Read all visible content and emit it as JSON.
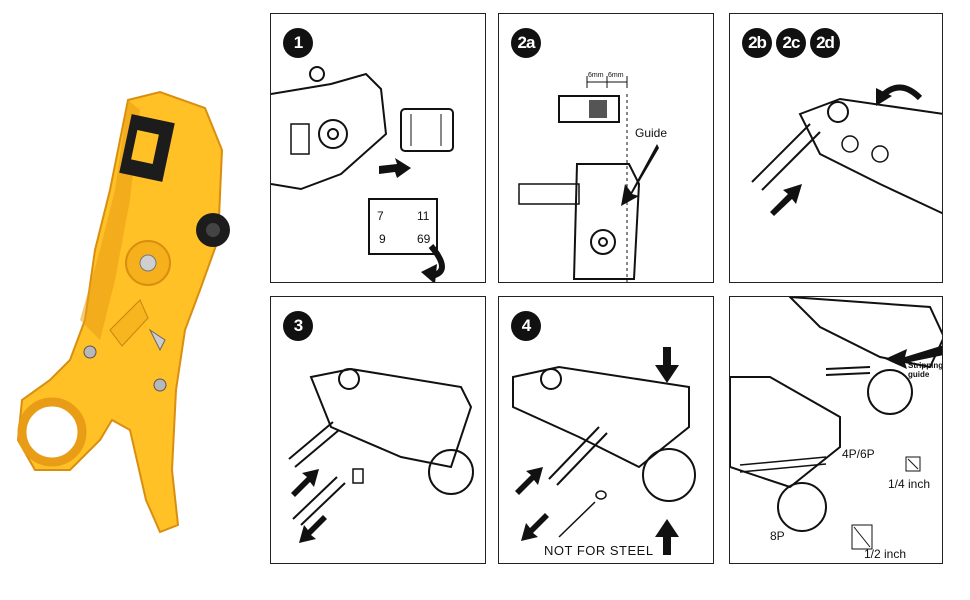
{
  "colors": {
    "tool_body": "#ffc125",
    "tool_shadow": "#e99c16",
    "ink": "#111111"
  },
  "panels": [
    {
      "step": [
        "1"
      ],
      "labels": {
        "num_7": "7",
        "num_11": "11",
        "num_9": "9",
        "num_69": "69"
      }
    },
    {
      "step": [
        "2a"
      ],
      "labels": {
        "mm_left": "6mm",
        "mm_right": "6mm",
        "guide": "Guide"
      }
    },
    {
      "step": [
        "2b",
        "2c",
        "2d"
      ],
      "labels": {}
    },
    {
      "step": [
        "3"
      ],
      "labels": {}
    },
    {
      "step": [
        "4"
      ],
      "labels": {
        "not_for_steel": "NOT FOR STEEL"
      }
    },
    {
      "step": [],
      "labels": {
        "stripping_guide": "Stripping guide",
        "p4p6p": "4P/6P",
        "quarter_inch": "1/4 inch",
        "p8p": "8P",
        "half_inch": "1/2 inch"
      }
    }
  ]
}
